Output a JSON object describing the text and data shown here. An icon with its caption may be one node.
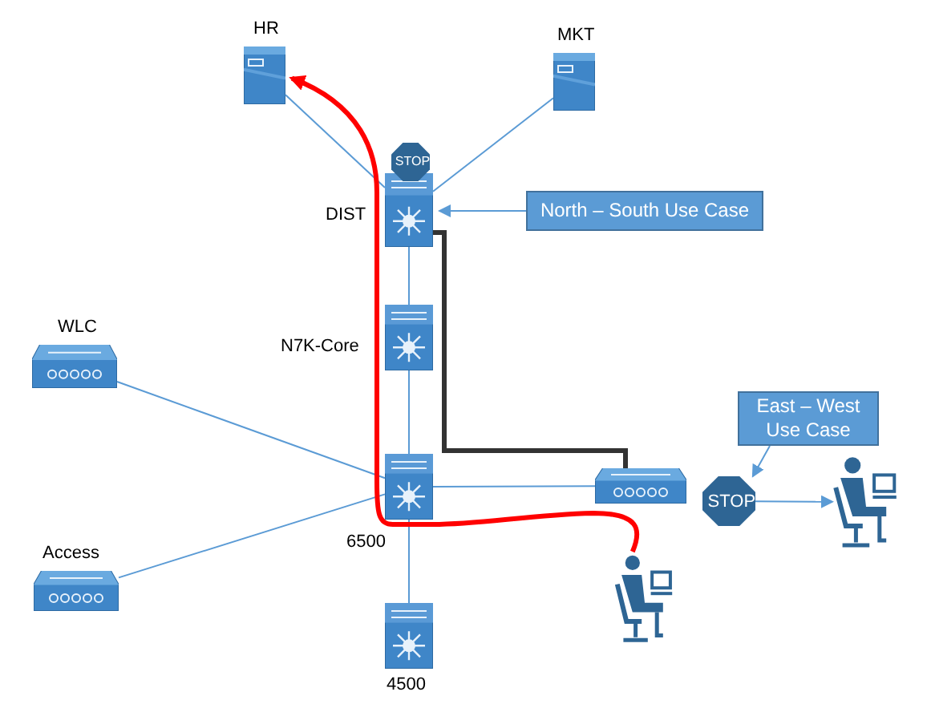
{
  "diagram": {
    "nodes": [
      {
        "text": [
          "HR"
        ]
      },
      {
        "text": [
          "MKT"
        ]
      },
      {
        "text": [
          "DIST"
        ]
      },
      {
        "text": [
          "STOP"
        ]
      },
      {
        "text": [
          "N7K-Core"
        ]
      },
      {
        "text": [
          "WLC"
        ]
      },
      {
        "text": [
          "6500"
        ]
      },
      {
        "text": [
          "Access"
        ]
      },
      {
        "text": [
          "4500"
        ]
      },
      {
        "text": [],
        "shape": "box"
      },
      {
        "text": [],
        "shape": "person"
      },
      {
        "text": [
          "STOP"
        ]
      },
      {
        "text": [],
        "shape": "person"
      },
      {
        "text": [
          "North – South  Use Case"
        ]
      },
      {
        "text": [
          "East – West Use Case"
        ]
      }
    ],
    "edges": [
      {
        "from": 0,
        "to": 2,
        "arrow": "none"
      },
      {
        "from": 1,
        "to": 2,
        "arrow": "none"
      },
      {
        "from": 13,
        "to": 2,
        "arrow": "to"
      },
      {
        "from": 2,
        "to": 4,
        "arrow": "none"
      },
      {
        "from": 4,
        "to": 6,
        "arrow": "none"
      },
      {
        "from": 5,
        "to": 6,
        "arrow": "none"
      },
      {
        "from": 7,
        "to": 6,
        "arrow": "none"
      },
      {
        "from": 6,
        "to": 8,
        "arrow": "none"
      },
      {
        "from": 6,
        "to": 9,
        "arrow": "none"
      },
      {
        "from": 2,
        "to": 9,
        "arrow": "none",
        "style": "thick",
        "color": "#333333"
      },
      {
        "from": 10,
        "to": 0,
        "arrow": "to",
        "style": "thick",
        "color": "#ff0000"
      },
      {
        "from": 14,
        "to": 11,
        "arrow": "to"
      },
      {
        "from": 11,
        "to": 12,
        "arrow": "to"
      }
    ]
  }
}
